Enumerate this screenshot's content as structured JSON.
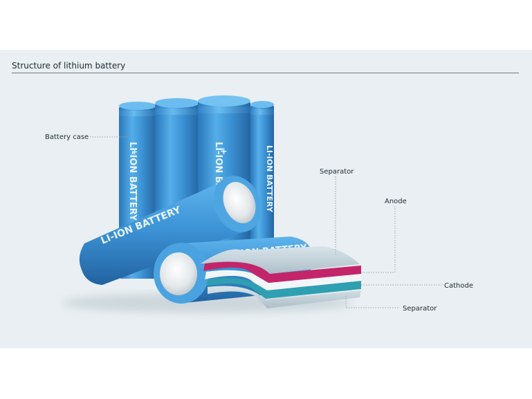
{
  "title": "Structure of lithium battery",
  "cell_marking": "LI-ION BATTERY",
  "cell_polarity": "+",
  "labels": {
    "battery_case": "Battery case",
    "separator_top": "Separator",
    "anode": "Anode",
    "cathode": "Cathode",
    "separator_bottom": "Separator"
  },
  "colors": {
    "background": "#e9eff2",
    "cell_blue": "#3d94d6",
    "separator": "#c2d3dc",
    "anode": "#c4256a",
    "cathode": "#2f9fb2"
  }
}
